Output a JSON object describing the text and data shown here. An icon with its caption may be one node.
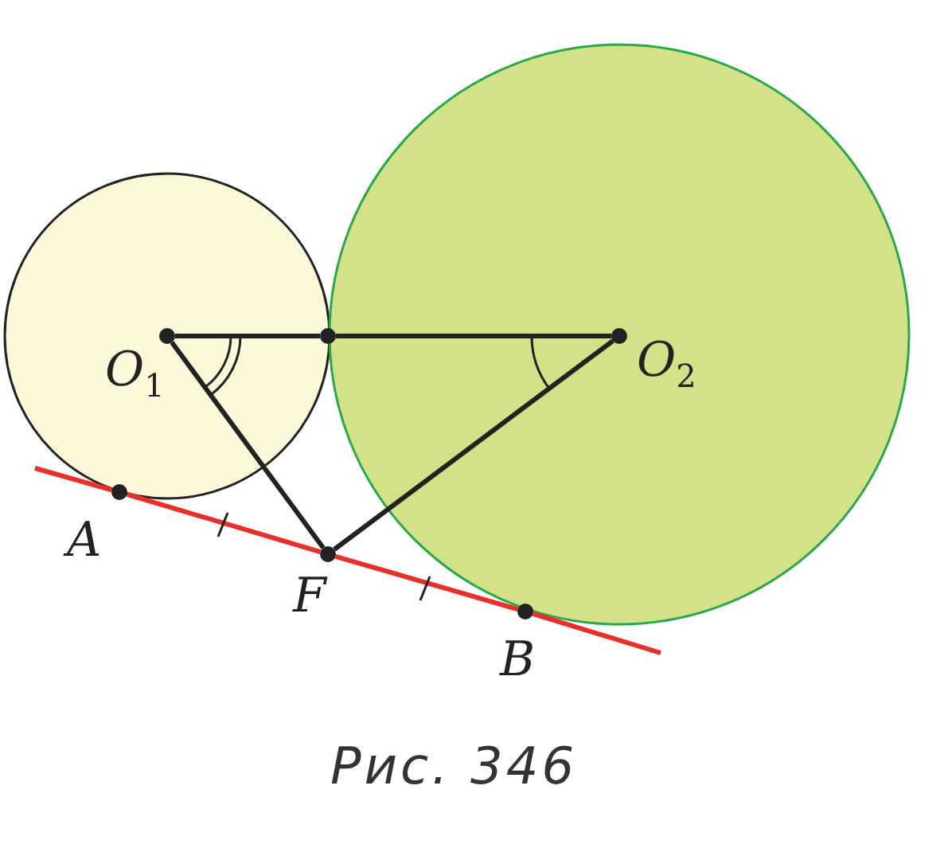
{
  "diagram": {
    "caption": "Рис. 346",
    "nodes": [
      {
        "text": [],
        "shape": "circle",
        "beside": [
          "O$_{1}$"
        ]
      },
      {
        "text": [],
        "shape": "circle"
      },
      {
        "text": [],
        "shape": "circle",
        "beside": [
          "O$_{2}$"
        ]
      },
      {
        "text": [],
        "shape": "circle",
        "beside": [
          "A"
        ]
      },
      {
        "text": [],
        "shape": "circle",
        "beside": [
          "F"
        ]
      },
      {
        "text": [],
        "shape": "circle",
        "beside": [
          "B"
        ]
      }
    ],
    "edges": [
      {
        "from": 0,
        "to": 1,
        "arrow": "none"
      },
      {
        "from": 1,
        "to": 2,
        "arrow": "none"
      },
      {
        "from": 0,
        "to": 4,
        "arrow": "none"
      },
      {
        "from": 4,
        "to": 2,
        "arrow": "none"
      },
      {
        "from": null,
        "to": 3,
        "arrow": "none",
        "color": "#e8302a"
      },
      {
        "from": 3,
        "to": 4,
        "arrow": "none",
        "color": "#e8302a"
      },
      {
        "from": 4,
        "to": 5,
        "arrow": "none",
        "color": "#e8302a"
      },
      {
        "from": 5,
        "to": null,
        "arrow": "none",
        "color": "#e8302a"
      }
    ]
  }
}
